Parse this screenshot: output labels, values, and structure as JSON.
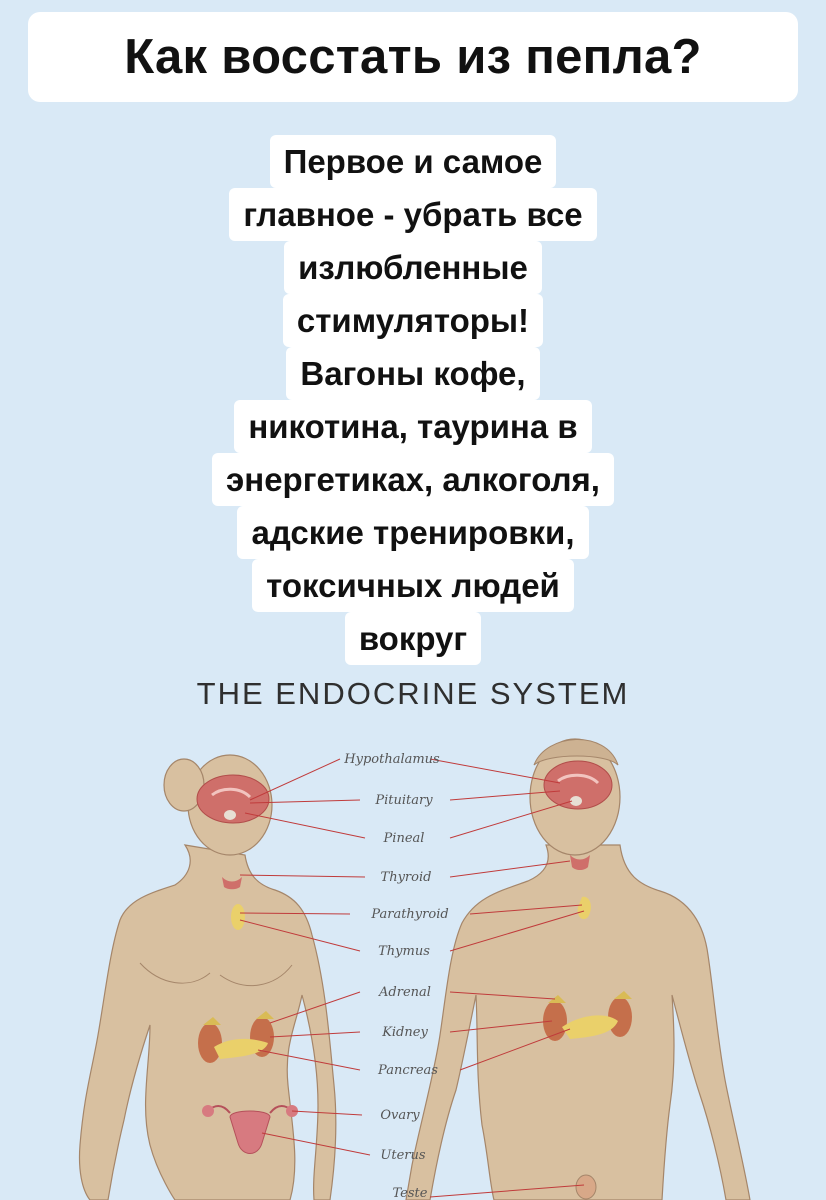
{
  "header": {
    "title": "Как восстать из пепла?"
  },
  "body_lines": [
    "Первое и самое",
    "главное - убрать все",
    "излюбленные",
    "стимуляторы!",
    "Вагоны кофе,",
    "никотина,  таурина в",
    "энергетиках, алкоголя,",
    "адские тренировки,",
    "токсичных людей",
    "вокруг"
  ],
  "figure": {
    "title": "THE ENDOCRINE SYSTEM",
    "labels": [
      "Hypothalamus",
      "Pituitary",
      "Pineal",
      "Thyroid",
      "Parathyroid",
      "Thymus",
      "Adrenal",
      "Kidney",
      "Pancreas",
      "Ovary",
      "Uterus",
      "Teste"
    ]
  },
  "colors": {
    "background": "#d9e9f6",
    "skin": "#d8c0a0",
    "brain": "#cf6f6a",
    "leader_lines": "#c03b3b",
    "pancreas": "#ead06a"
  }
}
